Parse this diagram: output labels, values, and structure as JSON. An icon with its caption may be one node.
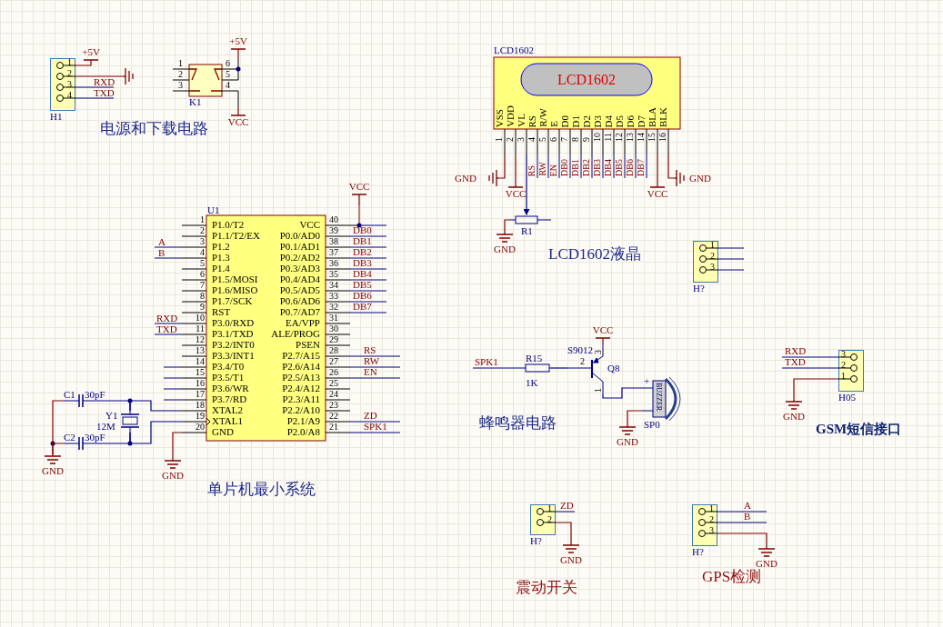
{
  "diagram": {
    "nodes": [
      {
        "text": [
          "+5V"
        ]
      },
      {
        "text": [
          "1",
          "2",
          "3",
          "4",
          "H1"
        ],
        "beside": [
          "RXD",
          "TXD"
        ]
      },
      {
        "text": [],
        "shape": "ground"
      },
      {
        "text": [
          "+5V"
        ]
      },
      {
        "text": [
          "1",
          "2",
          "3",
          "6",
          "5",
          "4",
          "K1"
        ]
      },
      {
        "text": [
          "VCC"
        ]
      },
      {
        "text": [
          "LCD1602",
          "LCD1602",
          "VSS",
          "VDD",
          "VL",
          "RS",
          "R/W",
          "E",
          "D0",
          "D1",
          "D2",
          "D3",
          "D4",
          "D5",
          "D6",
          "D7",
          "BLA",
          "BLK",
          "1",
          "2",
          "3",
          "4",
          "5",
          "6",
          "7",
          "8",
          "9",
          "10",
          "11",
          "12",
          "13",
          "14",
          "15",
          "16"
        ],
        "beside": [
          "RS",
          "RW",
          "EN",
          "DB0",
          "DB1",
          "DB2",
          "DB3",
          "DB4",
          "DB5",
          "DB6",
          "DB7"
        ]
      },
      {
        "text": [
          "GND"
        ]
      },
      {
        "text": [
          "VCC"
        ]
      },
      {
        "text": [
          "R1"
        ]
      },
      {
        "text": [
          "GND"
        ]
      },
      {
        "text": [
          "VCC"
        ]
      },
      {
        "text": [
          "GND"
        ]
      },
      {
        "text": [
          "1",
          "2",
          "3",
          "H?"
        ]
      },
      {
        "text": [
          "VCC"
        ]
      },
      {
        "text": [
          "U1",
          "P1.0/T2",
          "P1.1/T2/EX",
          "P1.2",
          "P1.3",
          "P1.4",
          "P1.5/MOSI",
          "P1.6/MISO",
          "P1.7/SCK",
          "RST",
          "P3.0/RXD",
          "P3.1/TXD",
          "P3.2/INT0",
          "P3.3/INT1",
          "P3.4/T0",
          "P3.5/T1",
          "P3.6/WR",
          "P3.7/RD",
          "XTAL2",
          "XTAL1",
          "GND",
          "VCC",
          "P0.0/AD0",
          "P0.1/AD1",
          "P0.2/AD2",
          "P0.3/AD3",
          "P0.4/AD4",
          "P0.5/AD5",
          "P0.6/AD6",
          "P0.7/AD7",
          "EA/VPP",
          "ALE/PROG",
          "PSEN",
          "P2.7/A15",
          "P2.6/A14",
          "P2.5/A13",
          "P2.4/A12",
          "P2.3/A11",
          "P2.2/A10",
          "P2.1/A9",
          "P2.0/A8",
          "1",
          "2",
          "3",
          "4",
          "5",
          "6",
          "7",
          "8",
          "9",
          "10",
          "11",
          "12",
          "13",
          "14",
          "15",
          "16",
          "17",
          "18",
          "19",
          "20",
          "40",
          "39",
          "38",
          "37",
          "36",
          "35",
          "34",
          "33",
          "32",
          "31",
          "30",
          "29",
          "28",
          "27",
          "26",
          "25",
          "24",
          "23",
          "22",
          "21"
        ],
        "beside": [
          "A",
          "B",
          "RXD",
          "TXD",
          "DB0",
          "DB1",
          "DB2",
          "DB3",
          "DB4",
          "DB5",
          "DB6",
          "DB7",
          "RS",
          "RW",
          "EN",
          "ZD",
          "SPK1"
        ]
      },
      {
        "text": [
          "C1",
          "30pF"
        ]
      },
      {
        "text": [
          "Y1",
          "12M"
        ]
      },
      {
        "text": [
          "C2",
          "30pF"
        ]
      },
      {
        "text": [
          "GND"
        ]
      },
      {
        "text": [
          "GND"
        ]
      },
      {
        "text": [
          "VCC"
        ]
      },
      {
        "text": [
          "S9012",
          "3",
          "2",
          "Q8",
          "1"
        ]
      },
      {
        "text": [
          "R15",
          "1K"
        ],
        "beside": [
          "SPK1"
        ]
      },
      {
        "text": [
          "+",
          "BUZZER",
          "SP0"
        ]
      },
      {
        "text": [
          "GND"
        ]
      },
      {
        "text": [
          "3",
          "2",
          "1",
          "H05"
        ],
        "beside": [
          "RXD",
          "TXD"
        ]
      },
      {
        "text": [
          "GND"
        ]
      },
      {
        "text": [
          "1",
          "2",
          "H?"
        ],
        "beside": [
          "ZD"
        ]
      },
      {
        "text": [
          "GND"
        ]
      },
      {
        "text": [
          "1",
          "2",
          "3",
          "H?"
        ],
        "beside": [
          "A",
          "B"
        ]
      },
      {
        "text": [
          "GND"
        ]
      }
    ],
    "edges": [
      {
        "from": 1,
        "to": 0,
        "arrow": "none"
      },
      {
        "from": 1,
        "to": 2,
        "arrow": "none"
      },
      {
        "from": 4,
        "to": 3,
        "arrow": "none"
      },
      {
        "from": 4,
        "to": 5,
        "arrow": "none"
      },
      {
        "from": 6,
        "to": 7,
        "arrow": "none"
      },
      {
        "from": 6,
        "to": 8,
        "arrow": "none"
      },
      {
        "from": 6,
        "to": 9,
        "arrow": "to",
        "color": "#000080"
      },
      {
        "from": 9,
        "to": 10,
        "arrow": "none"
      },
      {
        "from": 6,
        "to": 11,
        "arrow": "none"
      },
      {
        "from": 6,
        "to": 12,
        "arrow": "none"
      },
      {
        "from": 15,
        "to": 14,
        "arrow": "none"
      },
      {
        "from": 16,
        "to": 17,
        "arrow": "none",
        "color": "#000080"
      },
      {
        "from": 18,
        "to": 17,
        "arrow": "none",
        "color": "#000080"
      },
      {
        "from": 16,
        "to": 19,
        "arrow": "none"
      },
      {
        "from": 18,
        "to": 19,
        "arrow": "none"
      },
      {
        "from": 17,
        "to": 15,
        "arrow": "none",
        "color": "#000080"
      },
      {
        "from": 17,
        "to": 15,
        "arrow": "none",
        "color": "#000080"
      },
      {
        "from": 15,
        "to": 20,
        "arrow": "none"
      },
      {
        "from": 23,
        "to": 22,
        "arrow": "none",
        "color": "#000080"
      },
      {
        "from": 22,
        "to": 21,
        "arrow": "none"
      },
      {
        "from": 22,
        "to": 24,
        "arrow": "none",
        "color": "#000080"
      },
      {
        "from": 24,
        "to": 25,
        "arrow": "none"
      },
      {
        "from": 26,
        "to": 27,
        "arrow": "none"
      },
      {
        "from": 28,
        "to": 29,
        "arrow": "none"
      },
      {
        "from": 30,
        "to": 31,
        "arrow": "none"
      }
    ],
    "labels": [
      "电源和下载电路",
      "LCD1602液晶",
      "单片机最小系统",
      "蜂鸣器电路",
      "GSM短信接口",
      "震动开关",
      "GPS检测"
    ]
  }
}
